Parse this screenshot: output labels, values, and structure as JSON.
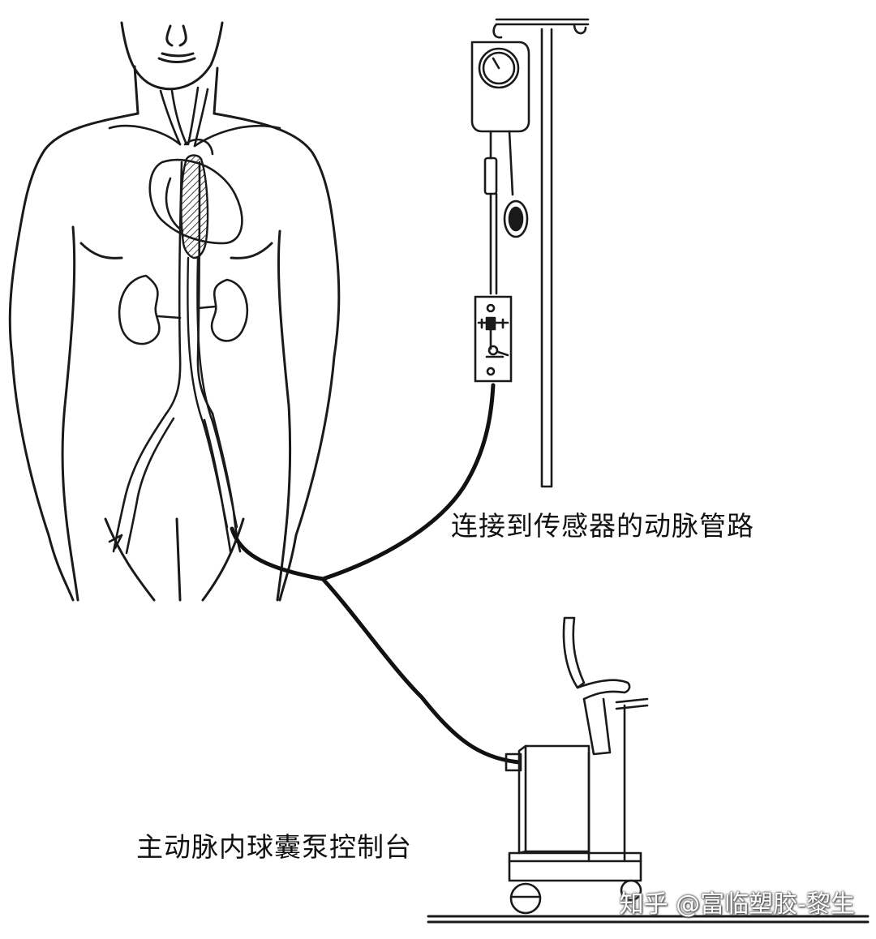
{
  "labels": {
    "arterial_line": "连接到传感器的动脉管路",
    "console": "主动脉内球囊泵控制台"
  },
  "watermark": {
    "text": "知乎 @富临塑胶-黎生"
  },
  "colors": {
    "line": "#1a1a1a",
    "tube": "#111111",
    "background": "#ffffff"
  }
}
